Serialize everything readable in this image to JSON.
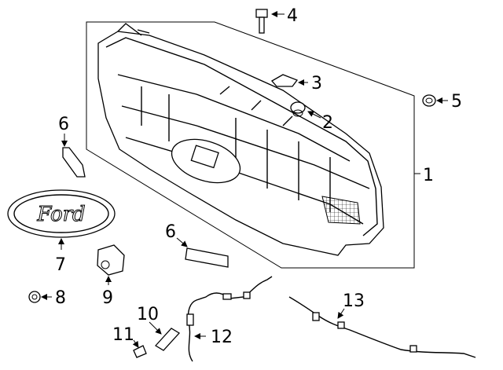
{
  "diagram": {
    "callouts": [
      "1",
      "2",
      "3",
      "4",
      "5",
      "6",
      "6",
      "7",
      "8",
      "9",
      "10",
      "11",
      "12",
      "13"
    ],
    "emblem_text": "Ford"
  },
  "colors": {
    "line": "#000000",
    "background": "#ffffff"
  }
}
